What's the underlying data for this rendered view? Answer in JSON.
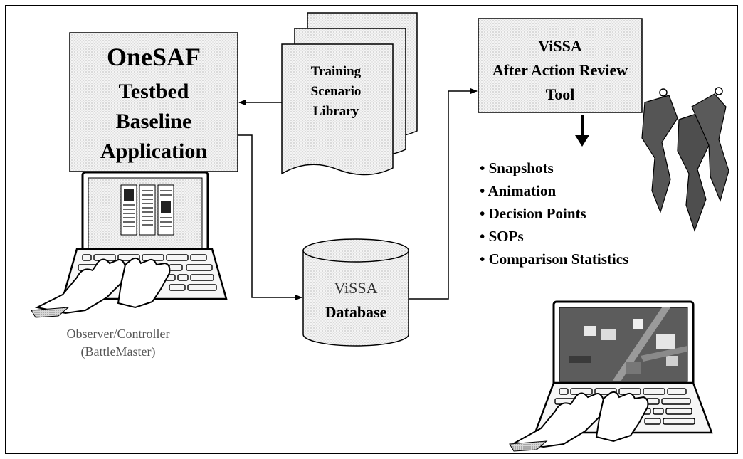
{
  "onesaf_box": {
    "line1": "OneSAF",
    "line2": "Testbed",
    "line3": "Baseline",
    "line4": "Application"
  },
  "scenario_library": {
    "line1": "Training",
    "line2": "Scenario",
    "line3": "Library"
  },
  "database": {
    "line1": "ViSSA",
    "line2": "Database"
  },
  "aar_box": {
    "line1": "ViSSA",
    "line2": "After Action Review",
    "line3": "Tool"
  },
  "features": [
    "• Snapshots",
    "• Animation",
    "• Decision Points",
    "• SOPs",
    "• Comparison Statistics"
  ],
  "operator_label": {
    "line1": "Observer/Controller",
    "line2": "(BattleMaster)"
  },
  "colors": {
    "stroke": "#000000",
    "box_fill": "#f2f2f2",
    "terrain": "#5c5c5c"
  },
  "icons": [
    "workstation-icon",
    "laptop-icon",
    "soldier-figures-icon"
  ]
}
